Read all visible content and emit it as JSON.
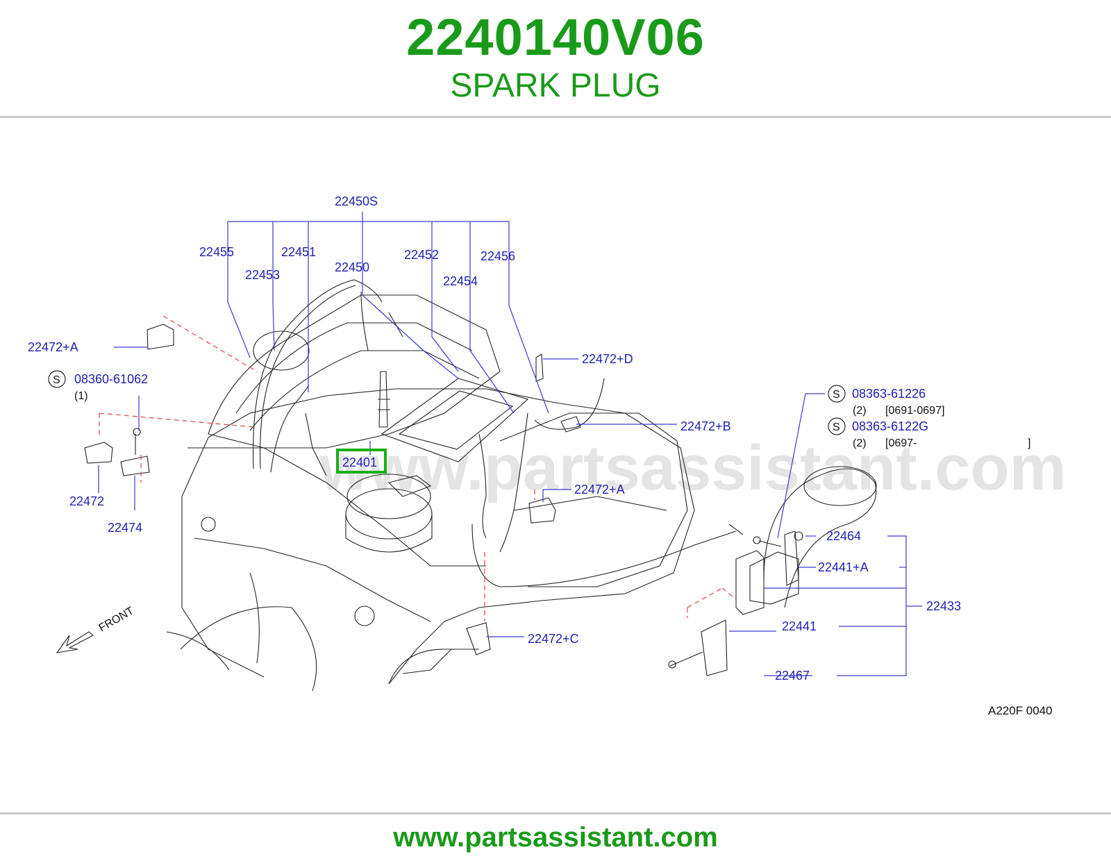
{
  "header": {
    "part_number": "2240140V06",
    "part_name": "SPARK PLUG"
  },
  "watermark": "www.partsassistant.com",
  "footer": {
    "url": "www.partsassistant.com"
  },
  "diagram": {
    "labels": {
      "l22450S": "22450S",
      "l22455": "22455",
      "l22451": "22451",
      "l22453": "22453",
      "l22450": "22450",
      "l22452": "22452",
      "l22456": "22456",
      "l22454": "22454",
      "l22472A1": "22472+A",
      "l22472D": "22472+D",
      "l22472B": "22472+B",
      "l22472A2": "22472+A",
      "l22401": "22401",
      "l22472": "22472",
      "l22474": "22474",
      "l22472C": "22472+C",
      "l22464": "22464",
      "l22441A": "22441+A",
      "l22433": "22433",
      "l22441": "22441",
      "l22467": "22467",
      "bolt1": "08360-61062",
      "bolt1_qty": "(1)",
      "bolt2": "08363-61226",
      "bolt2_qty": "(2)",
      "bolt2_range": "[0691-0697]",
      "bolt3": "08363-6122G",
      "bolt3_qty": "(2)",
      "bolt3_range": "[0697-",
      "bolt3_close": "]",
      "s_mark": "S",
      "front": "FRONT",
      "code": "A220F   0040"
    }
  }
}
